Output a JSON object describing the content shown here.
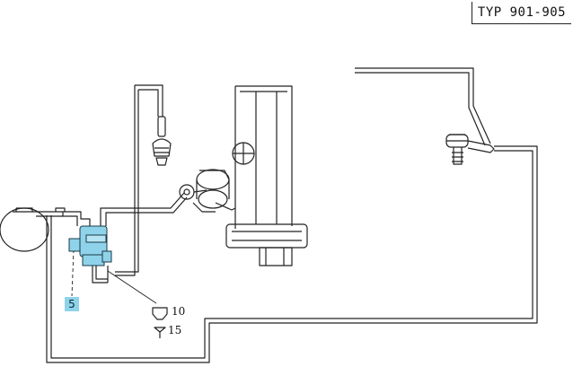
{
  "header": {
    "type_label": "TYP 901-905"
  },
  "callouts": {
    "highlighted_part": "5"
  },
  "legend": {
    "connector_a": "10",
    "connector_b": "15"
  },
  "colors": {
    "highlight": "#8fd3ea",
    "line": "#222222"
  }
}
